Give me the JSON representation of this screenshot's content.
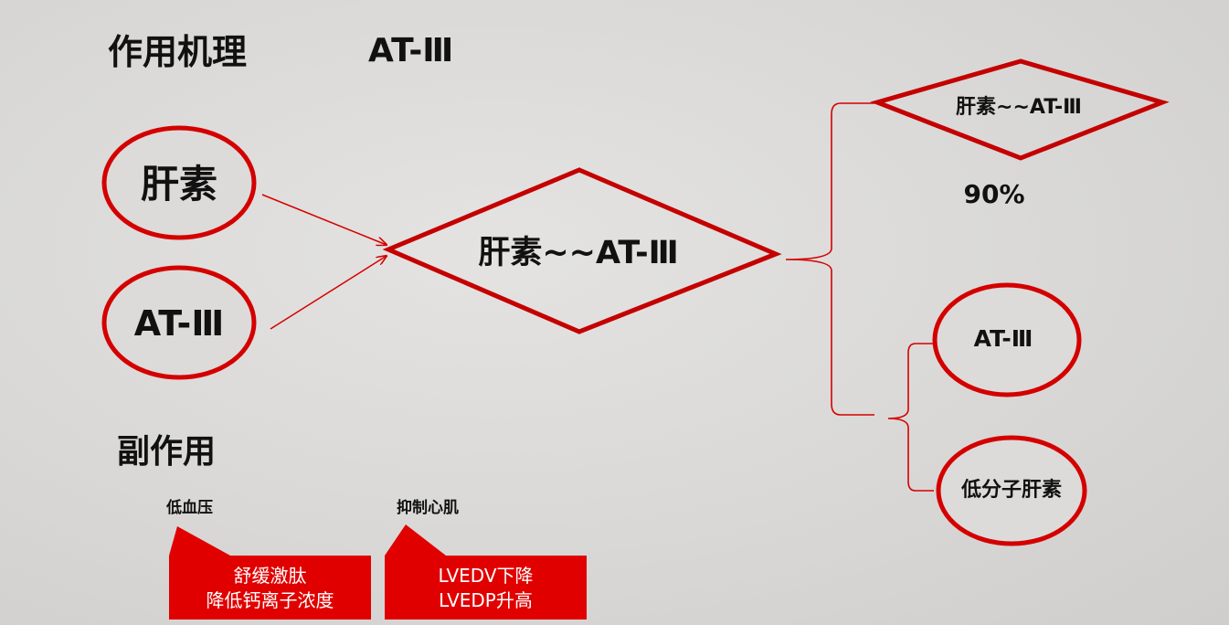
{
  "header": {
    "title": "作用机理",
    "subtitle": "AT-Ⅲ"
  },
  "nodes": {
    "heparin": "肝素",
    "at3": "AT-Ⅲ",
    "complex": "肝素~~AT-Ⅲ",
    "complex_small": "肝素~~AT-Ⅲ",
    "percent": "90%",
    "at3_right": "AT-Ⅲ",
    "lmwh": "低分子肝素"
  },
  "side_effects": {
    "title": "副作用",
    "items": [
      {
        "label": "低血压",
        "lines": [
          "舒缓激肽",
          "降低钙离子浓度"
        ]
      },
      {
        "label": "抑制心肌",
        "lines": [
          "LVEDV下降",
          "LVEDP升高"
        ]
      }
    ]
  },
  "colors": {
    "accent_red": "#d40000",
    "node_fill": "#dcdbd9",
    "callout_fill": "#e00000",
    "text": "#111111"
  }
}
